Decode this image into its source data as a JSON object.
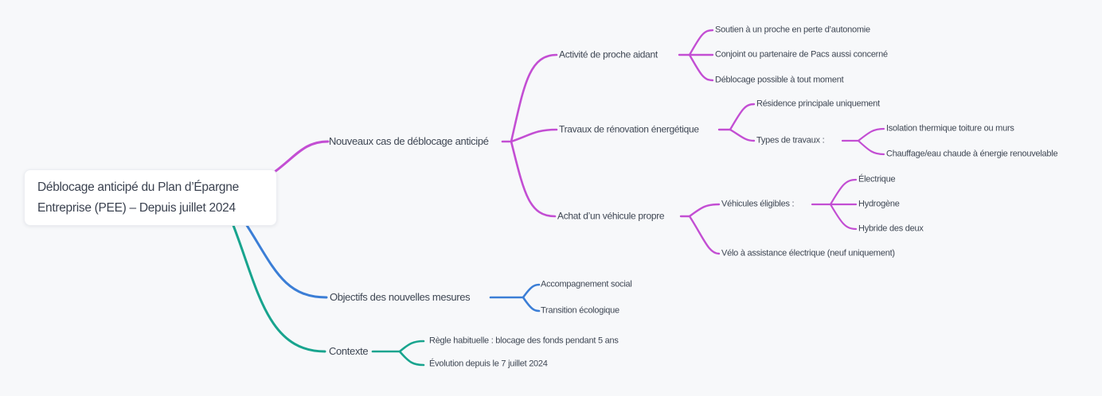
{
  "mindmap": {
    "root": "Déblocage anticipé du Plan d’Épargne Entreprise (PEE) – Depuis juillet 2024",
    "colors": {
      "background": "#f7f8fa",
      "text": "#3e4653",
      "branch_new_cases": "#c34ed3",
      "branch_objectives": "#3b7ed6",
      "branch_context": "#18a48e",
      "root_box_background": "#ffffff"
    },
    "branches": [
      {
        "label": "Nouveaux cas de déblocage anticipé",
        "color": "#c34ed3",
        "children": [
          {
            "label": "Activité de proche aidant",
            "children": [
              {
                "label": "Soutien à un proche en perte d’autonomie"
              },
              {
                "label": "Conjoint ou partenaire de Pacs aussi concerné"
              },
              {
                "label": "Déblocage possible à tout moment"
              }
            ]
          },
          {
            "label": "Travaux de rénovation énergétique",
            "children": [
              {
                "label": "Résidence principale uniquement"
              },
              {
                "label": "Types de travaux :",
                "children": [
                  {
                    "label": "Isolation thermique toiture ou murs"
                  },
                  {
                    "label": "Chauffage/eau chaude à énergie renouvelable"
                  }
                ]
              }
            ]
          },
          {
            "label": "Achat d’un véhicule propre",
            "children": [
              {
                "label": "Véhicules éligibles :",
                "children": [
                  {
                    "label": "Électrique"
                  },
                  {
                    "label": "Hydrogène"
                  },
                  {
                    "label": "Hybride des deux"
                  }
                ]
              },
              {
                "label": "Vélo à assistance électrique (neuf uniquement)"
              }
            ]
          }
        ]
      },
      {
        "label": "Objectifs des nouvelles mesures",
        "color": "#3b7ed6",
        "children": [
          {
            "label": "Accompagnement social"
          },
          {
            "label": "Transition écologique"
          }
        ]
      },
      {
        "label": "Contexte",
        "color": "#18a48e",
        "children": [
          {
            "label": "Règle habituelle : blocage des fonds pendant 5 ans"
          },
          {
            "label": "Évolution depuis le 7 juillet 2024"
          }
        ]
      }
    ]
  }
}
